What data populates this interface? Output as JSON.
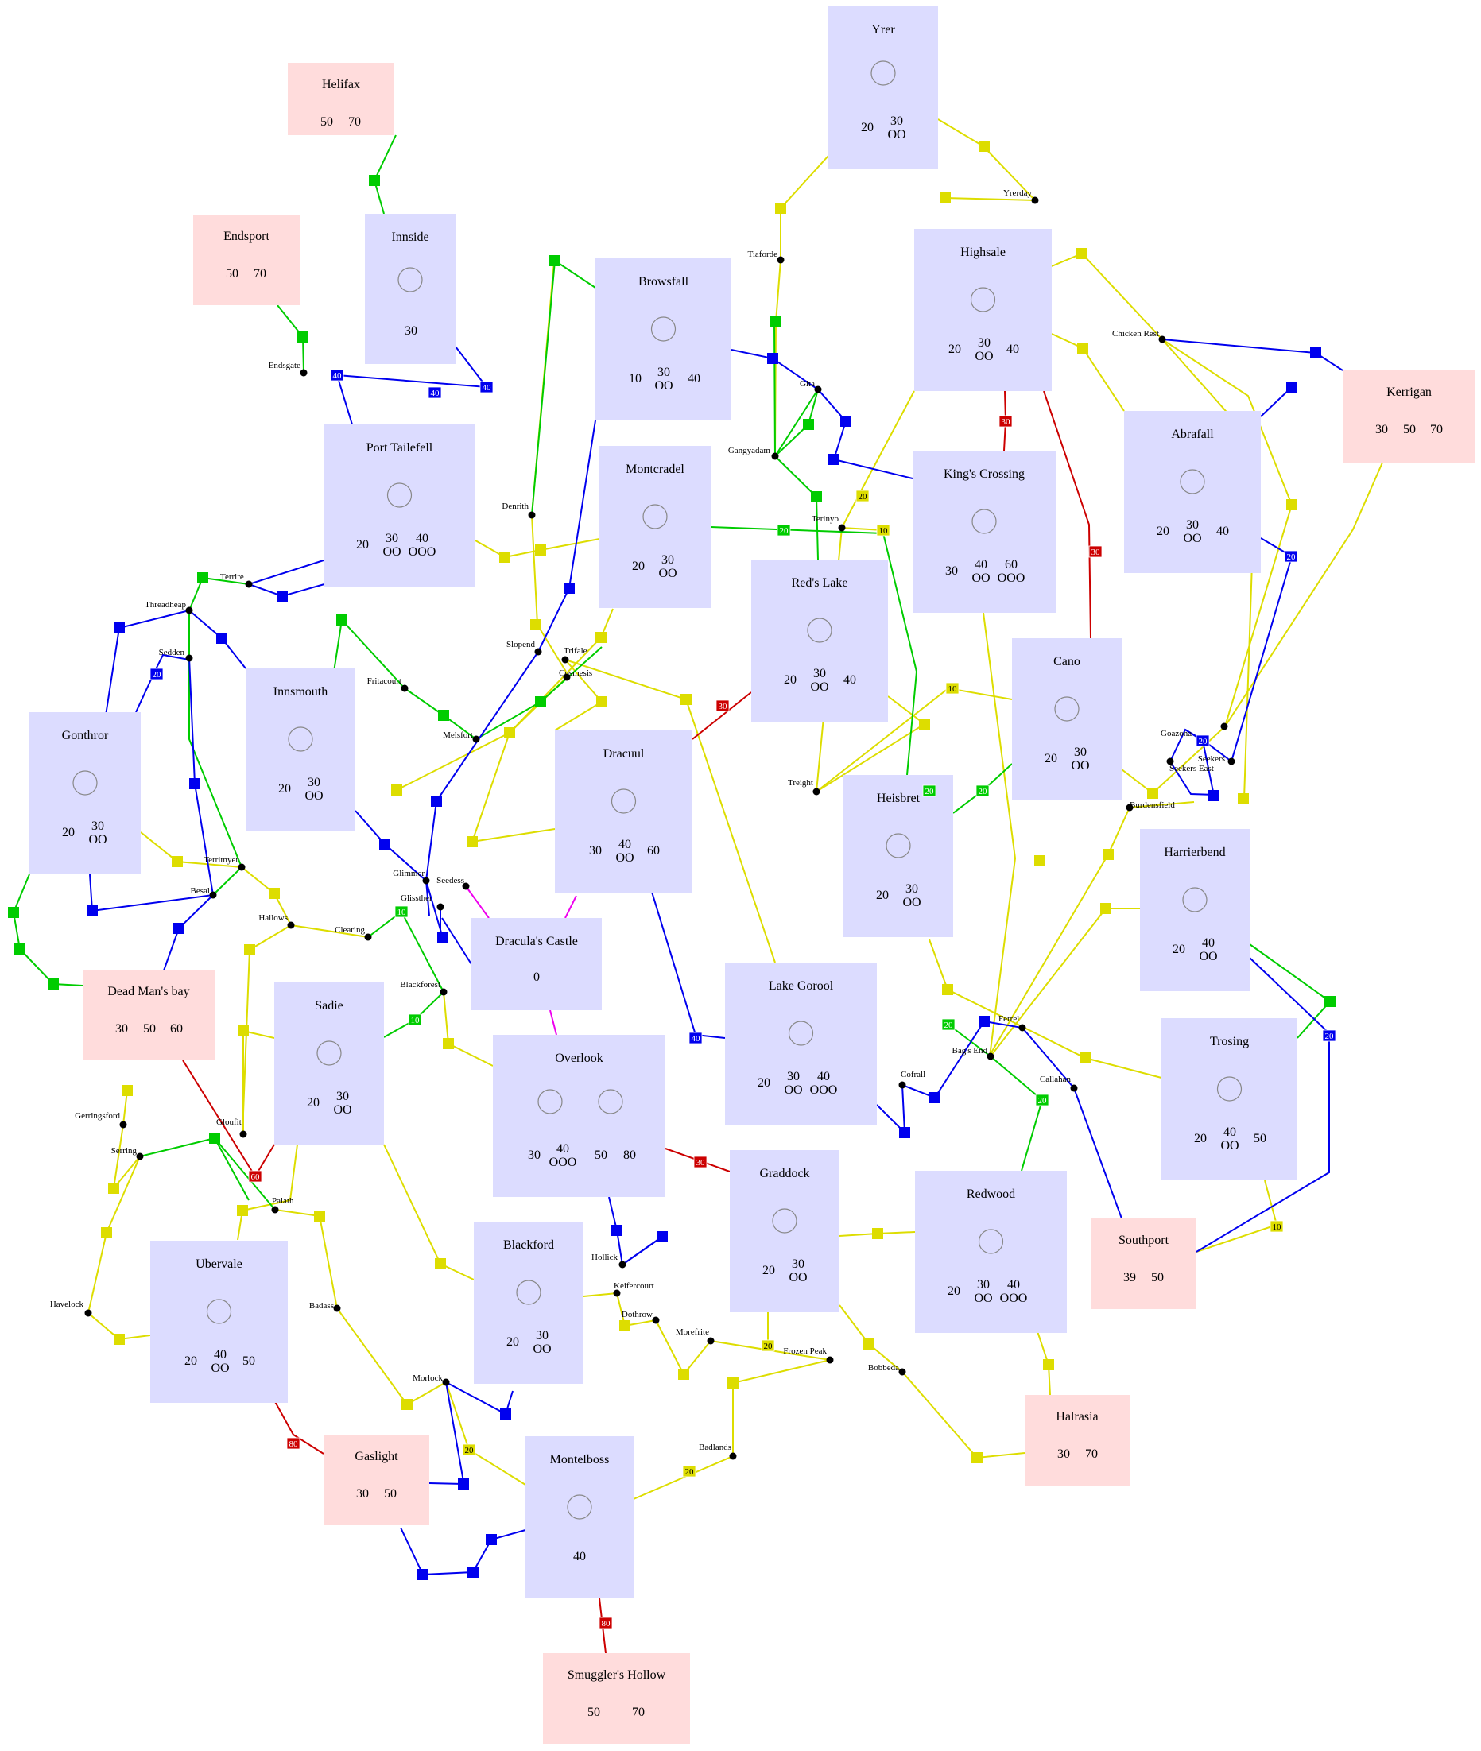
{
  "colors": {
    "city_fill": "#dcdcff",
    "port_fill": "#ffdcdc",
    "route_yellow": "#dddd00",
    "route_green": "#00cc00",
    "route_blue": "#0000ee",
    "route_red": "#cc0000",
    "route_magenta": "#ee00ee",
    "town_dot": "#000000",
    "text": "#000000"
  },
  "cities": [
    {
      "id": "yrer",
      "name": "Yrer",
      "kind": "city",
      "circles": 1,
      "slots": [
        "20",
        "30"
      ],
      "marks": [
        "",
        "OO"
      ]
    },
    {
      "id": "helifax",
      "name": "Helifax",
      "kind": "port",
      "circles": 0,
      "slots": [
        "50",
        "70"
      ],
      "marks": [
        "",
        ""
      ]
    },
    {
      "id": "endsport",
      "name": "Endsport",
      "kind": "port",
      "circles": 0,
      "slots": [
        "50",
        "70"
      ],
      "marks": [
        "",
        ""
      ]
    },
    {
      "id": "innside",
      "name": "Innside",
      "kind": "city",
      "circles": 1,
      "slots": [
        "30"
      ],
      "marks": [
        ""
      ]
    },
    {
      "id": "browsfall",
      "name": "Browsfall",
      "kind": "city",
      "circles": 1,
      "slots": [
        "10",
        "30",
        "40"
      ],
      "marks": [
        "",
        "OO",
        ""
      ]
    },
    {
      "id": "highsale",
      "name": "Highsale",
      "kind": "city",
      "circles": 1,
      "slots": [
        "20",
        "30",
        "40"
      ],
      "marks": [
        "",
        "OO",
        ""
      ]
    },
    {
      "id": "kerrigan",
      "name": "Kerrigan",
      "kind": "port",
      "circles": 0,
      "slots": [
        "30",
        "50",
        "70"
      ],
      "marks": [
        "",
        "",
        ""
      ]
    },
    {
      "id": "port_tailefell",
      "name": "Port Tailefell",
      "kind": "city",
      "circles": 1,
      "slots": [
        "20",
        "30",
        "40"
      ],
      "marks": [
        "",
        "OO",
        "OOO"
      ]
    },
    {
      "id": "montcradel",
      "name": "Montcradel",
      "kind": "city",
      "circles": 1,
      "slots": [
        "20",
        "30"
      ],
      "marks": [
        "",
        "OO"
      ]
    },
    {
      "id": "kings_crossing",
      "name": "King's Crossing",
      "kind": "city",
      "circles": 1,
      "slots": [
        "30",
        "40",
        "60"
      ],
      "marks": [
        "",
        "OO",
        "OOO"
      ]
    },
    {
      "id": "abrafall",
      "name": "Abrafall",
      "kind": "city",
      "circles": 1,
      "slots": [
        "20",
        "30",
        "40"
      ],
      "marks": [
        "",
        "OO",
        ""
      ]
    },
    {
      "id": "reds_lake",
      "name": "Red's Lake",
      "kind": "city",
      "circles": 1,
      "slots": [
        "20",
        "30",
        "40"
      ],
      "marks": [
        "",
        "OO",
        ""
      ]
    },
    {
      "id": "cano",
      "name": "Cano",
      "kind": "city",
      "circles": 1,
      "slots": [
        "20",
        "30"
      ],
      "marks": [
        "",
        "OO"
      ]
    },
    {
      "id": "innsmouth",
      "name": "Innsmouth",
      "kind": "city",
      "circles": 1,
      "slots": [
        "20",
        "30"
      ],
      "marks": [
        "",
        "OO"
      ]
    },
    {
      "id": "gonthror",
      "name": "Gonthror",
      "kind": "city",
      "circles": 1,
      "slots": [
        "20",
        "30"
      ],
      "marks": [
        "",
        "OO"
      ]
    },
    {
      "id": "dracuul",
      "name": "Dracuul",
      "kind": "city",
      "circles": 1,
      "slots": [
        "30",
        "40",
        "60"
      ],
      "marks": [
        "",
        "OO",
        ""
      ]
    },
    {
      "id": "heisbret",
      "name": "Heisbret",
      "kind": "city",
      "circles": 1,
      "slots": [
        "20",
        "30"
      ],
      "marks": [
        "",
        "OO"
      ]
    },
    {
      "id": "harrierbend",
      "name": "Harrierbend",
      "kind": "city",
      "circles": 1,
      "slots": [
        "20",
        "40"
      ],
      "marks": [
        "",
        "OO"
      ]
    },
    {
      "id": "draculas_castle",
      "name": "Dracula's Castle",
      "kind": "city",
      "circles": 0,
      "slots": [
        "0"
      ],
      "marks": [
        ""
      ]
    },
    {
      "id": "dead_mans_bay",
      "name": "Dead Man's bay",
      "kind": "port",
      "circles": 0,
      "slots": [
        "30",
        "50",
        "60"
      ],
      "marks": [
        "",
        "",
        ""
      ]
    },
    {
      "id": "sadie",
      "name": "Sadie",
      "kind": "city",
      "circles": 1,
      "slots": [
        "20",
        "30"
      ],
      "marks": [
        "",
        "OO"
      ]
    },
    {
      "id": "overlook",
      "name": "Overlook",
      "kind": "city",
      "circles": 2,
      "slots": [
        "30",
        "40",
        "50",
        "80"
      ],
      "marks": [
        "",
        "OOO",
        "",
        ""
      ]
    },
    {
      "id": "lake_gorool",
      "name": "Lake Gorool",
      "kind": "city",
      "circles": 1,
      "slots": [
        "20",
        "30",
        "40"
      ],
      "marks": [
        "",
        "OO",
        "OOO"
      ]
    },
    {
      "id": "trosing",
      "name": "Trosing",
      "kind": "city",
      "circles": 1,
      "slots": [
        "20",
        "40",
        "50"
      ],
      "marks": [
        "",
        "OO",
        ""
      ]
    },
    {
      "id": "graddock",
      "name": "Graddock",
      "kind": "city",
      "circles": 1,
      "slots": [
        "20",
        "30"
      ],
      "marks": [
        "",
        "OO"
      ]
    },
    {
      "id": "redwood",
      "name": "Redwood",
      "kind": "city",
      "circles": 1,
      "slots": [
        "20",
        "30",
        "40"
      ],
      "marks": [
        "",
        "OO",
        "OOO"
      ]
    },
    {
      "id": "southport",
      "name": "Southport",
      "kind": "port",
      "circles": 0,
      "slots": [
        "39",
        "50"
      ],
      "marks": [
        "",
        ""
      ]
    },
    {
      "id": "ubervale",
      "name": "Ubervale",
      "kind": "city",
      "circles": 1,
      "slots": [
        "20",
        "40",
        "50"
      ],
      "marks": [
        "",
        "OO",
        ""
      ]
    },
    {
      "id": "blackford",
      "name": "Blackford",
      "kind": "city",
      "circles": 1,
      "slots": [
        "20",
        "30"
      ],
      "marks": [
        "",
        "OO"
      ]
    },
    {
      "id": "halrasia",
      "name": "Halrasia",
      "kind": "port",
      "circles": 0,
      "slots": [
        "30",
        "70"
      ],
      "marks": [
        "",
        ""
      ]
    },
    {
      "id": "gaslight",
      "name": "Gaslight",
      "kind": "port",
      "circles": 0,
      "slots": [
        "30",
        "50"
      ],
      "marks": [
        "",
        ""
      ]
    },
    {
      "id": "montelboss",
      "name": "Montelboss",
      "kind": "city",
      "circles": 1,
      "slots": [
        "40"
      ],
      "marks": [
        ""
      ]
    },
    {
      "id": "smugglers_hollow",
      "name": "Smuggler's Hollow",
      "kind": "port",
      "circles": 0,
      "slots": [
        "50",
        "70"
      ],
      "marks": [
        "",
        ""
      ]
    }
  ],
  "towns": [
    {
      "id": "yrerday",
      "name": "Yrerday"
    },
    {
      "id": "tiaforde",
      "name": "Tiaforde"
    },
    {
      "id": "chicken_rest",
      "name": "Chicken Rest"
    },
    {
      "id": "endsgate",
      "name": "Endsgate"
    },
    {
      "id": "gita",
      "name": "Gita"
    },
    {
      "id": "gangyadam",
      "name": "Gangyadam"
    },
    {
      "id": "denrith",
      "name": "Denrith"
    },
    {
      "id": "terinyo",
      "name": "Terinyo"
    },
    {
      "id": "terrire",
      "name": "Terrire"
    },
    {
      "id": "threadheap",
      "name": "Threadheap"
    },
    {
      "id": "sedden",
      "name": "Sedden"
    },
    {
      "id": "slopend",
      "name": "Slopend"
    },
    {
      "id": "trifale",
      "name": "Trifale"
    },
    {
      "id": "cosmesis",
      "name": "Cosmesis"
    },
    {
      "id": "fritacourt",
      "name": "Fritacourt"
    },
    {
      "id": "melsfort",
      "name": "Melsfort"
    },
    {
      "id": "goazona",
      "name": "Goazona"
    },
    {
      "id": "seekers",
      "name": "Seekers"
    },
    {
      "id": "seekers_east",
      "name": "Seekers East"
    },
    {
      "id": "treight",
      "name": "Treight"
    },
    {
      "id": "burdensfield",
      "name": "Burdensfield"
    },
    {
      "id": "terrimyer",
      "name": "Terrimyer"
    },
    {
      "id": "glimmer",
      "name": "Glimmer"
    },
    {
      "id": "besal",
      "name": "Besal"
    },
    {
      "id": "seedess",
      "name": "Seedess"
    },
    {
      "id": "glissther",
      "name": "Glissther"
    },
    {
      "id": "hallows",
      "name": "Hallows"
    },
    {
      "id": "clearing",
      "name": "Clearing"
    },
    {
      "id": "blackforest",
      "name": "Blackforest"
    },
    {
      "id": "ferrel",
      "name": "Ferrel"
    },
    {
      "id": "bags_end",
      "name": "Bag's End"
    },
    {
      "id": "cofrall",
      "name": "Cofrall"
    },
    {
      "id": "callahan",
      "name": "Callahan"
    },
    {
      "id": "gerringsford",
      "name": "Gerringsford"
    },
    {
      "id": "gloufit",
      "name": "Gloufit"
    },
    {
      "id": "serring",
      "name": "Serring"
    },
    {
      "id": "palath",
      "name": "Palath"
    },
    {
      "id": "hollick",
      "name": "Hollick"
    },
    {
      "id": "keifercourt",
      "name": "Keifercourt"
    },
    {
      "id": "dothrow",
      "name": "Dothrow"
    },
    {
      "id": "morefrite",
      "name": "Morefrite"
    },
    {
      "id": "frozen_peak",
      "name": "Frozen Peak"
    },
    {
      "id": "havelock",
      "name": "Havelock"
    },
    {
      "id": "badass",
      "name": "Badass"
    },
    {
      "id": "bobbeda",
      "name": "Bobbeda"
    },
    {
      "id": "morlock",
      "name": "Morlock"
    },
    {
      "id": "badlands",
      "name": "Badlands"
    }
  ],
  "edge_labels": [
    {
      "id": "l1",
      "text": "40",
      "color": "blue"
    },
    {
      "id": "l2",
      "text": "40",
      "color": "blue"
    },
    {
      "id": "l3",
      "text": "40",
      "color": "blue"
    },
    {
      "id": "l4",
      "text": "30",
      "color": "red"
    },
    {
      "id": "l5",
      "text": "30",
      "color": "red"
    },
    {
      "id": "l6",
      "text": "20",
      "color": "yellow"
    },
    {
      "id": "l7",
      "text": "10",
      "color": "yellow"
    },
    {
      "id": "l8",
      "text": "20",
      "color": "green"
    },
    {
      "id": "l9",
      "text": "20",
      "color": "blue"
    },
    {
      "id": "l10",
      "text": "10",
      "color": "yellow"
    },
    {
      "id": "l11",
      "text": "20",
      "color": "blue"
    },
    {
      "id": "l12",
      "text": "30",
      "color": "red"
    },
    {
      "id": "l13",
      "text": "20",
      "color": "green"
    },
    {
      "id": "l14",
      "text": "10",
      "color": "yellow"
    },
    {
      "id": "l15",
      "text": "20",
      "color": "blue"
    },
    {
      "id": "l16",
      "text": "20",
      "color": "green"
    },
    {
      "id": "l17",
      "text": "10",
      "color": "green"
    },
    {
      "id": "l18",
      "text": "10",
      "color": "green"
    },
    {
      "id": "l19",
      "text": "40",
      "color": "blue"
    },
    {
      "id": "l20",
      "text": "20",
      "color": "green"
    },
    {
      "id": "l21",
      "text": "20",
      "color": "green"
    },
    {
      "id": "l22",
      "text": "20",
      "color": "blue"
    },
    {
      "id": "l23",
      "text": "60",
      "color": "red"
    },
    {
      "id": "l24",
      "text": "30",
      "color": "red"
    },
    {
      "id": "l25",
      "text": "10",
      "color": "yellow"
    },
    {
      "id": "l26",
      "text": "20",
      "color": "yellow"
    },
    {
      "id": "l27",
      "text": "80",
      "color": "red"
    },
    {
      "id": "l28",
      "text": "20",
      "color": "yellow"
    },
    {
      "id": "l29",
      "text": "20",
      "color": "yellow"
    },
    {
      "id": "l30",
      "text": "80",
      "color": "red"
    }
  ]
}
